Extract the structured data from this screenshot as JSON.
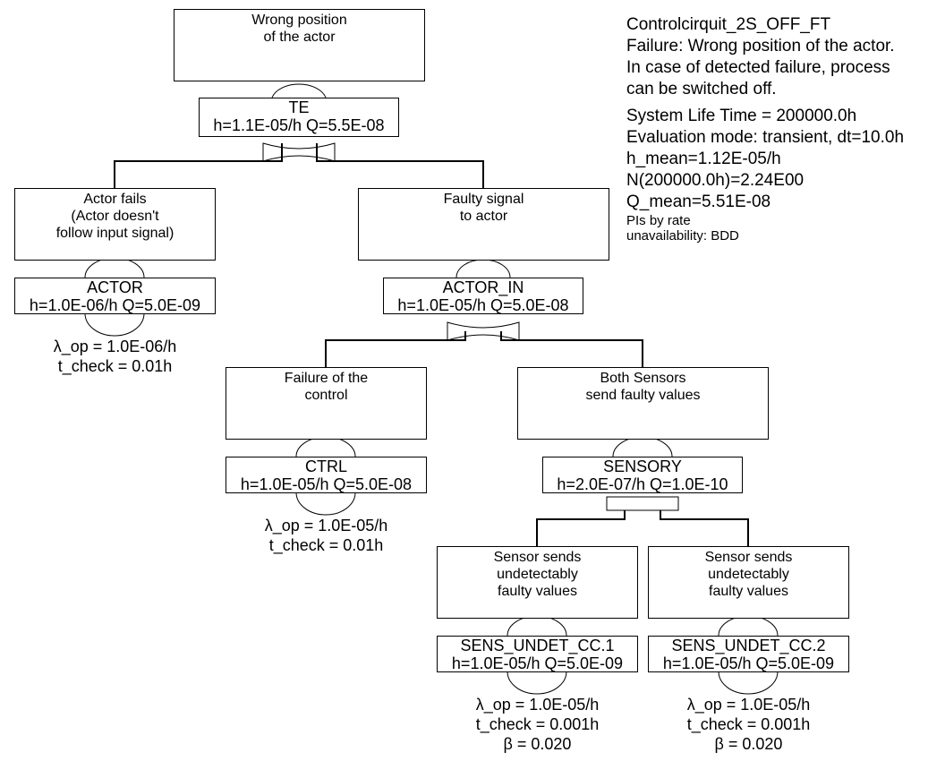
{
  "info": {
    "title": "Controlcirquit_2S_OFF_FT",
    "failure": "Failure: Wrong position of the actor.",
    "note1": "In case of detected failure, process",
    "note2": "can be switched off.",
    "life": "System Life Time = 200000.0h",
    "mode": "Evaluation mode: transient, dt=10.0h",
    "h_mean": "h_mean=1.12E-05/h",
    "n_val": "N(200000.0h)=2.24E00",
    "q_mean": "Q_mean=5.51E-08",
    "pis": "PIs by rate",
    "unavail": "unavailability: BDD"
  },
  "nodes": {
    "te": {
      "desc": "Wrong position\nof the actor",
      "id": "TE",
      "vals": "h=1.1E-05/h Q=5.5E-08",
      "gate": "or"
    },
    "actor": {
      "desc": "Actor fails\n(Actor doesn't\nfollow input signal)",
      "id": "ACTOR",
      "vals": "h=1.0E-06/h Q=5.0E-09",
      "p1": "λ_op = 1.0E-06/h",
      "p2": "t_check = 0.01h"
    },
    "actor_in": {
      "desc": "Faulty signal\nto actor",
      "id": "ACTOR_IN",
      "vals": "h=1.0E-05/h Q=5.0E-08",
      "gate": "or"
    },
    "ctrl": {
      "desc": "Failure of the\ncontrol",
      "id": "CTRL",
      "vals": "h=1.0E-05/h Q=5.0E-08",
      "p1": "λ_op = 1.0E-05/h",
      "p2": "t_check = 0.01h"
    },
    "sensory": {
      "desc": "Both Sensors\nsend faulty values",
      "id": "SENSORY",
      "vals": "h=2.0E-07/h Q=1.0E-10",
      "gate": "and"
    },
    "sens1": {
      "desc": "Sensor sends\nundetectably\nfaulty values",
      "id": "SENS_UNDET_CC.1",
      "vals": "h=1.0E-05/h Q=5.0E-09",
      "p1": "λ_op = 1.0E-05/h",
      "p2": "t_check = 0.001h",
      "p3": "β = 0.020"
    },
    "sens2": {
      "desc": "Sensor sends\nundetectably\nfaulty values",
      "id": "SENS_UNDET_CC.2",
      "vals": "h=1.0E-05/h Q=5.0E-09",
      "p1": "λ_op = 1.0E-05/h",
      "p2": "t_check = 0.001h",
      "p3": "β = 0.020"
    }
  }
}
